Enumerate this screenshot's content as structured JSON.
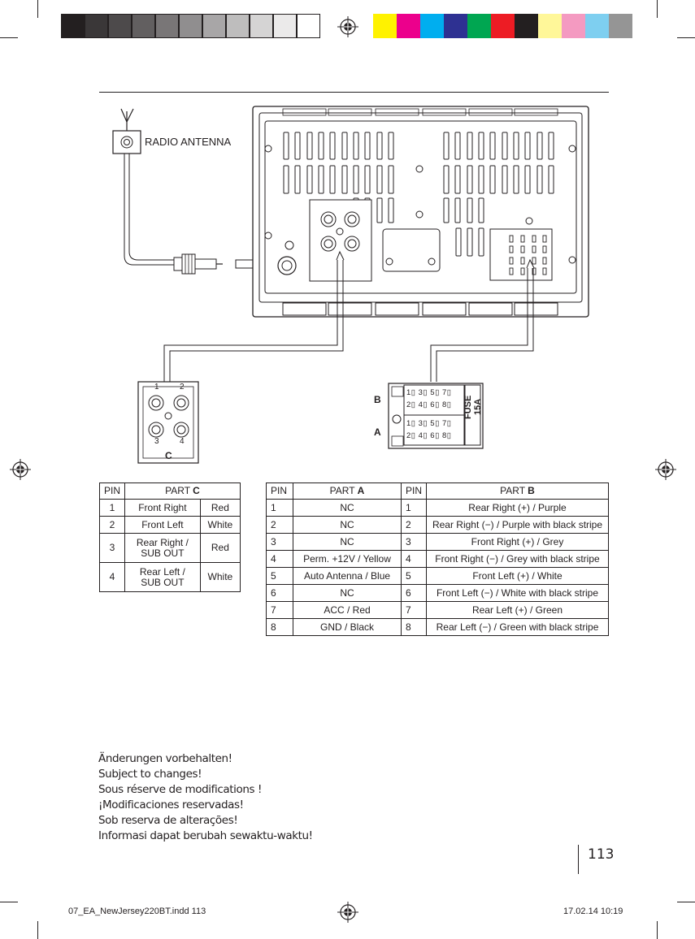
{
  "color_bar": {
    "grays": [
      "#231f20",
      "#3a3738",
      "#4d4a4b",
      "#625f60",
      "#797677",
      "#908e8f",
      "#a8a6a7",
      "#bebdbd",
      "#d5d4d4",
      "#ebeaea",
      "#ffffff"
    ],
    "process": [
      "#fff200",
      "#ec008c",
      "#00aeef",
      "#2e3192",
      "#00a651",
      "#ed1c24",
      "#231f20",
      "#fff799",
      "#f49ac1",
      "#7ecff0",
      "#959595"
    ]
  },
  "diagram": {
    "antenna_label": "RADIO ANTENNA",
    "connector_c": {
      "label": "C",
      "pin_numbers": [
        "1",
        "2",
        "3",
        "4"
      ]
    },
    "iso_connector": {
      "label_b": "B",
      "label_a": "A",
      "fuse_label": "FUSE 15A",
      "row_top": "1▯ 3▯ 5▯ 7▯",
      "row_bottom": "2▯ 4▯ 6▯ 8▯"
    }
  },
  "table_c": {
    "header_pin": "PIN",
    "header_part_prefix": "PART ",
    "header_part_letter": "C",
    "rows": [
      {
        "pin": "1",
        "desc": "Front Right",
        "color": "Red"
      },
      {
        "pin": "2",
        "desc": "Front Left",
        "color": "White"
      },
      {
        "pin": "3",
        "desc_line1": "Rear Right /",
        "desc_line2": "SUB OUT",
        "color": "Red"
      },
      {
        "pin": "4",
        "desc_line1": "Rear Left /",
        "desc_line2": "SUB OUT",
        "color": "White"
      }
    ]
  },
  "table_ab": {
    "header_pin_a": "PIN",
    "header_part_a_prefix": "PART ",
    "header_part_a_letter": "A",
    "header_pin_b": "PIN",
    "header_part_b_prefix": "PART ",
    "header_part_b_letter": "B",
    "rows": [
      {
        "pin_a": "1",
        "part_a": "NC",
        "pin_b": "1",
        "part_b": "Rear Right (+) / Purple"
      },
      {
        "pin_a": "2",
        "part_a": "NC",
        "pin_b": "2",
        "part_b": "Rear Right (−) / Purple with black stripe"
      },
      {
        "pin_a": "3",
        "part_a": "NC",
        "pin_b": "3",
        "part_b": "Front Right (+) / Grey"
      },
      {
        "pin_a": "4",
        "part_a": "Perm. +12V / Yellow",
        "pin_b": "4",
        "part_b": "Front Right (−) / Grey with black stripe"
      },
      {
        "pin_a": "5",
        "part_a": "Auto Antenna / Blue",
        "pin_b": "5",
        "part_b": "Front Left (+) / White"
      },
      {
        "pin_a": "6",
        "part_a": "NC",
        "pin_b": "6",
        "part_b": "Front Left (−) / White with black stripe"
      },
      {
        "pin_a": "7",
        "part_a": "ACC / Red",
        "pin_b": "7",
        "part_b": "Rear Left (+) / Green"
      },
      {
        "pin_a": "8",
        "part_a": "GND / Black",
        "pin_b": "8",
        "part_b": "Rear Left (−) / Green with black stripe"
      }
    ]
  },
  "notes": [
    "Änderungen vorbehalten!",
    "Subject to changes!",
    "Sous réserve de modifications !",
    "¡Modificaciones reservadas!",
    "Sob reserva de alterações!",
    "Informasi dapat berubah sewaktu-waktu!"
  ],
  "page_number": "113",
  "slug": {
    "filename": "07_EA_NewJersey220BT.indd   113",
    "date_time": "17.02.14   10:19"
  }
}
